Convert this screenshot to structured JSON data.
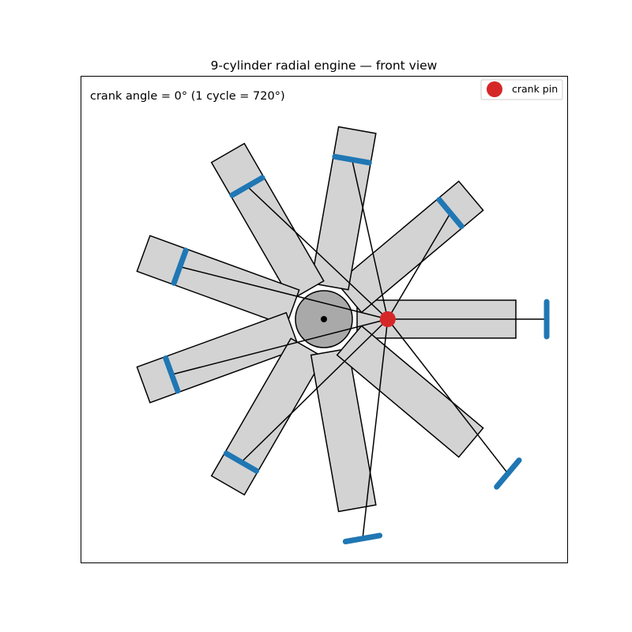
{
  "title": "9-cylinder radial engine — front view",
  "annotation": "crank angle = 0°   (1 cycle = 720°)",
  "legend": {
    "label": "crank pin",
    "color": "#d62728"
  },
  "colors": {
    "cylinder_fill": "#d3d3d3",
    "piston": "#1f77b4",
    "crankcase": "#a9a9a9",
    "outline": "#000000"
  },
  "engine": {
    "cylinders": 9,
    "crank_angle_deg": 0,
    "cycle_deg": 720
  }
}
